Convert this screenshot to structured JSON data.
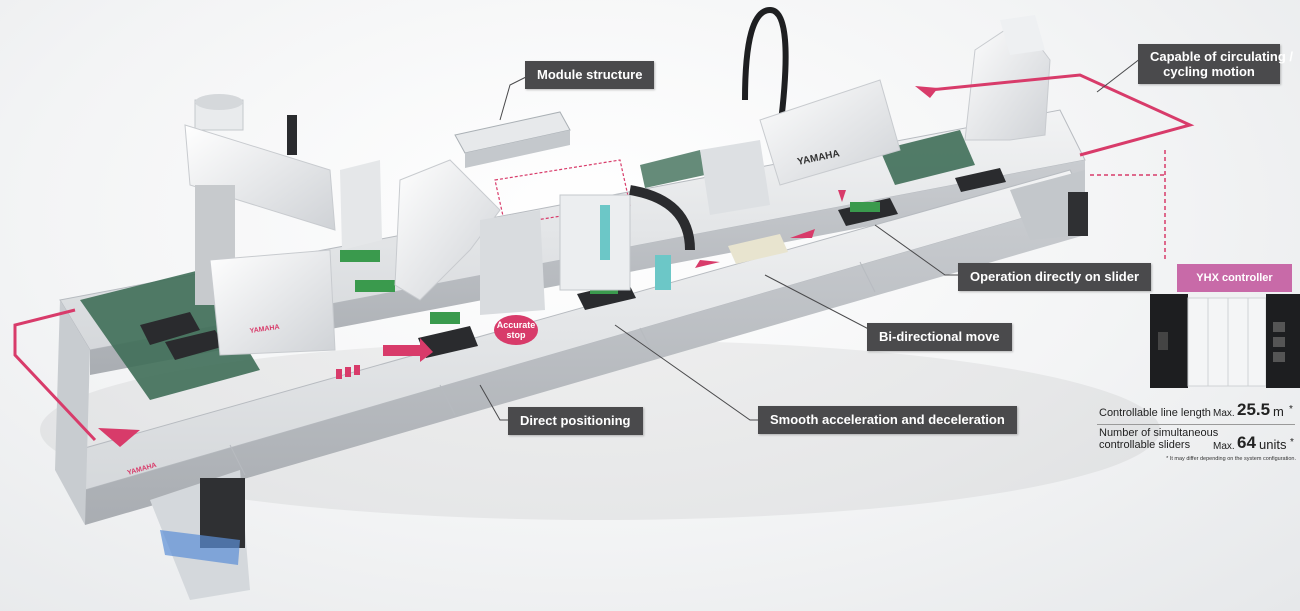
{
  "callouts": {
    "module_structure": "Module structure",
    "circulating": [
      "Capable of circulating /",
      "cycling motion"
    ],
    "operation_on_slider": "Operation directly on slider",
    "bidirectional": "Bi-directional move",
    "direct_positioning": "Direct positioning",
    "smooth_accel": "Smooth acceleration and deceleration"
  },
  "badge": {
    "accurate_stop": [
      "Accurate",
      "stop"
    ]
  },
  "controller": {
    "title": "YHX controller",
    "line_length_label": "Controllable line length",
    "line_length_max": "Max.",
    "line_length_value": "25.5",
    "line_length_unit": "m",
    "line_length_star": "*",
    "sliders_label": [
      "Number of simultaneous",
      "controllable sliders"
    ],
    "sliders_max": "Max.",
    "sliders_value": "64",
    "sliders_unit": "units",
    "sliders_star": "*",
    "note": "* It may differ depending on the system configuration."
  },
  "brand_logos": [
    "YAMAHA",
    "YAMAHA",
    "YAMAHA"
  ],
  "colors": {
    "accent": "#d83b6a",
    "callout_bg": "#4a4a4c",
    "controller_title_bg": "#c86aa8",
    "rail": "#dcdfe2",
    "conveyor": "#3f6e58"
  }
}
